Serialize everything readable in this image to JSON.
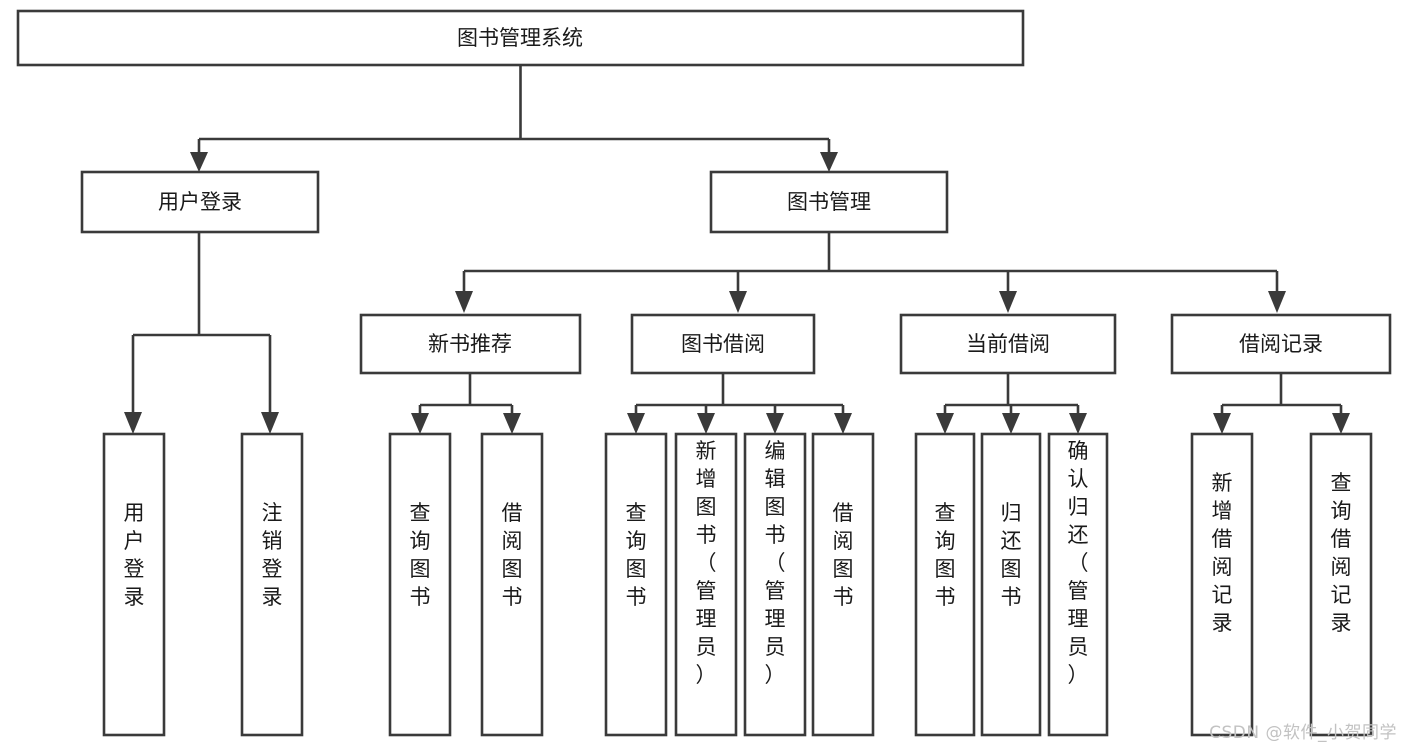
{
  "diagram": {
    "title": "图书管理系统",
    "type": "tree-hierarchy",
    "watermark": "CSDN @软件_小贺同学",
    "colors": {
      "box_stroke": "#3a3a3a",
      "box_fill": "#ffffff",
      "text": "#1a1a1a",
      "background": "#ffffff",
      "watermark": "#c2c2c2"
    },
    "root": {
      "label": "图书管理系统",
      "orientation": "horizontal"
    },
    "level2": [
      {
        "label": "用户登录",
        "orientation": "horizontal"
      },
      {
        "label": "图书管理",
        "orientation": "horizontal"
      }
    ],
    "level3": [
      {
        "label": "新书推荐",
        "orientation": "horizontal"
      },
      {
        "label": "图书借阅",
        "orientation": "horizontal"
      },
      {
        "label": "当前借阅",
        "orientation": "horizontal"
      },
      {
        "label": "借阅记录",
        "orientation": "horizontal"
      }
    ],
    "leaves": {
      "user_login": [
        {
          "label": "用户登录",
          "orientation": "vertical"
        },
        {
          "label": "注销登录",
          "orientation": "vertical"
        }
      ],
      "new_book_recommend": [
        {
          "label": "查询图书",
          "orientation": "vertical"
        },
        {
          "label": "借阅图书",
          "orientation": "vertical"
        }
      ],
      "book_borrow": [
        {
          "label": "查询图书",
          "orientation": "vertical"
        },
        {
          "label": "新增图书（管理员）",
          "orientation": "vertical"
        },
        {
          "label": "编辑图书（管理员）",
          "orientation": "vertical"
        },
        {
          "label": "借阅图书",
          "orientation": "vertical"
        }
      ],
      "current_borrow": [
        {
          "label": "查询图书",
          "orientation": "vertical"
        },
        {
          "label": "归还图书",
          "orientation": "vertical"
        },
        {
          "label": "确认归还（管理员）",
          "orientation": "vertical"
        }
      ],
      "borrow_record": [
        {
          "label": "新增借阅记录",
          "orientation": "vertical"
        },
        {
          "label": "查询借阅记录",
          "orientation": "vertical"
        }
      ]
    }
  }
}
